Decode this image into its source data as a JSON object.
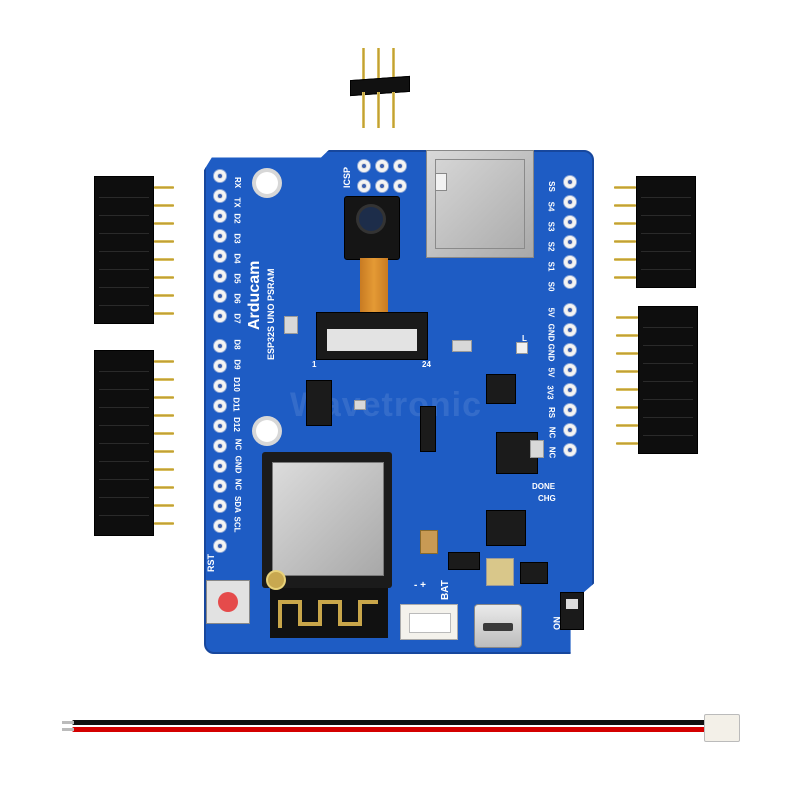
{
  "board": {
    "brand": "Arducam",
    "model": "ESP32S UNO PSRAM",
    "watermark": "Wavetronic",
    "icsp_label": "ICSP",
    "labels_left": [
      "RX",
      "TX",
      "D2",
      "D3",
      "D4",
      "D5",
      "D6",
      "D7",
      "D8",
      "D9",
      "D10",
      "D11",
      "D12",
      "NC",
      "GND",
      "NC",
      "SDA",
      "SCL"
    ],
    "labels_right": [
      "SS",
      "S4",
      "S3",
      "S2",
      "S1",
      "S0",
      "5V",
      "GND",
      "GND",
      "5V",
      "3V3",
      "RS",
      "NC",
      "NC"
    ],
    "status_labels": [
      "DONE",
      "CHG"
    ],
    "rst_label": "RST",
    "bat_label": "BAT",
    "bat_polarity": "- +",
    "on_label": "ON",
    "pin_numbers": [
      "1",
      "24"
    ],
    "led_label": "L",
    "colors": {
      "pcb": "#1e5cc4",
      "pcb_edge": "#17479d",
      "silkscreen": "#ffffff",
      "pad": "#d9d9d9"
    }
  },
  "parts": {
    "left_headers": 2,
    "right_headers": 2,
    "top_pin_header": "3-pin right angle",
    "cable_colors": [
      "#111111",
      "#d40000"
    ]
  }
}
